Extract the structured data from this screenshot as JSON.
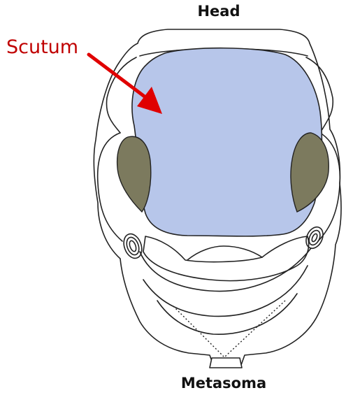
{
  "labels": {
    "top": "Head",
    "bottom": "Metasoma",
    "callout": "Scutum"
  },
  "colors": {
    "scutum": "#b7c6ea",
    "tegula": "#7c7a5e",
    "callout": "#c00000",
    "line": "#222222"
  }
}
